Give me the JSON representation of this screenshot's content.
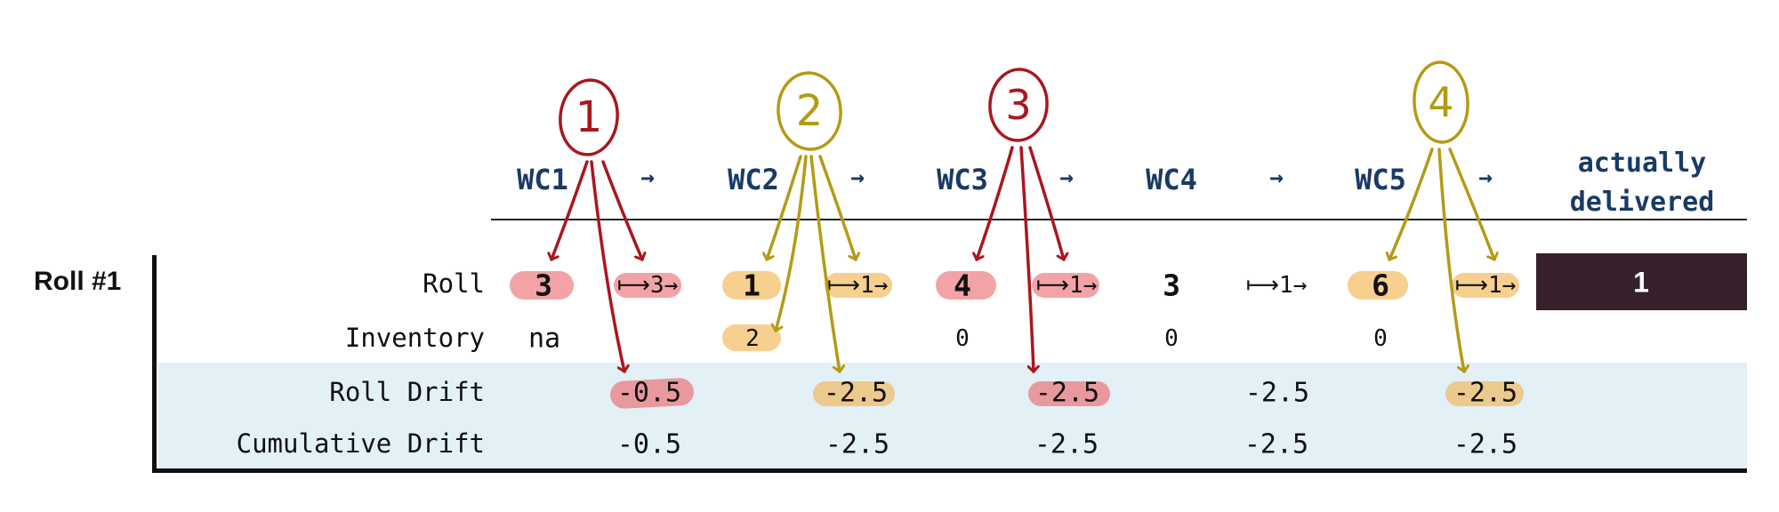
{
  "header": {
    "wcs": [
      "WC1",
      "WC2",
      "WC3",
      "WC4",
      "WC5"
    ],
    "arrow": "→",
    "delivered_title": "actually delivered"
  },
  "group_label": "Roll #1",
  "rows": {
    "roll_label": "Roll",
    "inventory_label": "Inventory",
    "roll_drift_label": "Roll Drift",
    "cumulative_drift_label": "Cumulative Drift"
  },
  "cells": {
    "rolls": [
      "3",
      "1",
      "4",
      "3",
      "6"
    ],
    "passed": [
      "⟼3→",
      "⟼1→",
      "⟼1→",
      "⟼1→",
      "⟼1→"
    ],
    "inventory": [
      "na",
      "2",
      "0",
      "0",
      "0"
    ],
    "roll_drift": [
      "-0.5",
      "-2.5",
      "-2.5",
      "-2.5",
      "-2.5"
    ],
    "cumulative_drift": [
      "-0.5",
      "-2.5",
      "-2.5",
      "-2.5",
      "-2.5"
    ]
  },
  "delivered": "1",
  "annotations": [
    "1",
    "2",
    "3",
    "4"
  ],
  "colors": {
    "header_text": "#1a3a66",
    "band": "#e3f0f6",
    "red_annotation": "#a8171f",
    "olive_annotation": "#b59a16",
    "red_highlight": "#f2a3a6",
    "orange_highlight": "#f7cf8f",
    "delivered_box": "#35202b"
  }
}
